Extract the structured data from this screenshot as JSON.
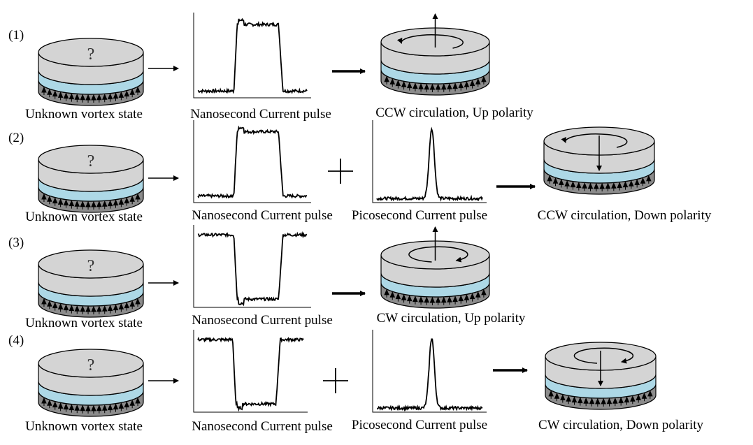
{
  "colors": {
    "disk_top": "#d4d4d4",
    "spacer": "#add8e6",
    "fixed_layer": "#8c8c8c",
    "line": "#000000"
  },
  "rows": [
    {
      "number": "(1)",
      "unknown_mark": "?",
      "input_caption": "Unknown vortex state",
      "nano_caption": "Nanosecond Current pulse",
      "nano_pulse": "positive",
      "pico_caption": null,
      "result_caption": "CCW circulation,  Up polarity",
      "circulation": "CCW",
      "polarity": "up"
    },
    {
      "number": "(2)",
      "unknown_mark": "?",
      "input_caption": "Unknown vortex state",
      "nano_caption": "Nanosecond Current pulse",
      "nano_pulse": "positive",
      "plus": "+",
      "pico_caption": "Picosecond Current pulse",
      "result_caption": "CCW circulation,  Down polarity",
      "circulation": "CCW",
      "polarity": "down"
    },
    {
      "number": "(3)",
      "unknown_mark": "?",
      "input_caption": "Unknown vortex state",
      "nano_caption": "Nanosecond Current pulse",
      "nano_pulse": "negative",
      "pico_caption": null,
      "result_caption": "CW circulation,  Up polarity",
      "circulation": "CW",
      "polarity": "up"
    },
    {
      "number": "(4)",
      "unknown_mark": "?",
      "input_caption": "Unknown vortex state",
      "nano_caption": "Nanosecond Current pulse",
      "nano_pulse": "negative",
      "plus": "+",
      "pico_caption": "Picosecond Current pulse",
      "result_caption": "CW circulation,  Down polarity",
      "circulation": "CW",
      "polarity": "down"
    }
  ]
}
